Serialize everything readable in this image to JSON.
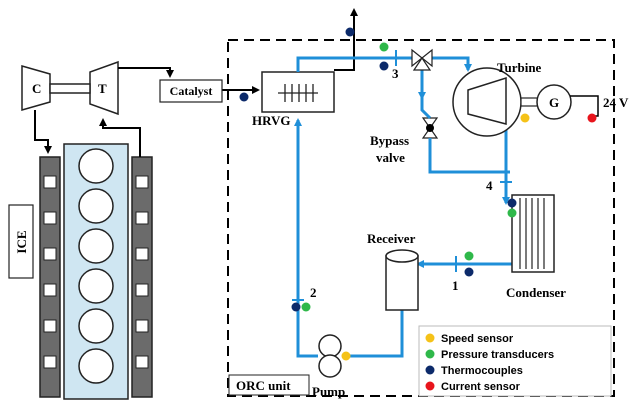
{
  "labels": {
    "compressor": "C",
    "turbine_small": "T",
    "catalyst": "Catalyst",
    "hrvg": "HRVG",
    "ice": "ICE",
    "turbine": "Turbine",
    "generator": "G",
    "voltage": "24 V",
    "bypass_line1": "Bypass",
    "bypass_line2": "valve",
    "receiver": "Receiver",
    "condenser": "Condenser",
    "pump": "Pump",
    "orc_unit": "ORC unit",
    "pt1": "1",
    "pt2": "2",
    "pt3": "3",
    "pt4": "4"
  },
  "legend": [
    {
      "label": "Speed sensor",
      "color": "#f5c218"
    },
    {
      "label": "Pressure transducers",
      "color": "#2fb84a"
    },
    {
      "label": "Thermocouples",
      "color": "#0c2a6a"
    },
    {
      "label": "Current sensor",
      "color": "#e8141c"
    }
  ],
  "colors": {
    "orc_pipe": "#1f8fd8",
    "engine_fill": "#cfe6f2",
    "engine_frame": "#444444",
    "thermocouple": "#0c2a6a",
    "pressure": "#2fb84a",
    "speed": "#f5c218",
    "current": "#e8141c"
  }
}
